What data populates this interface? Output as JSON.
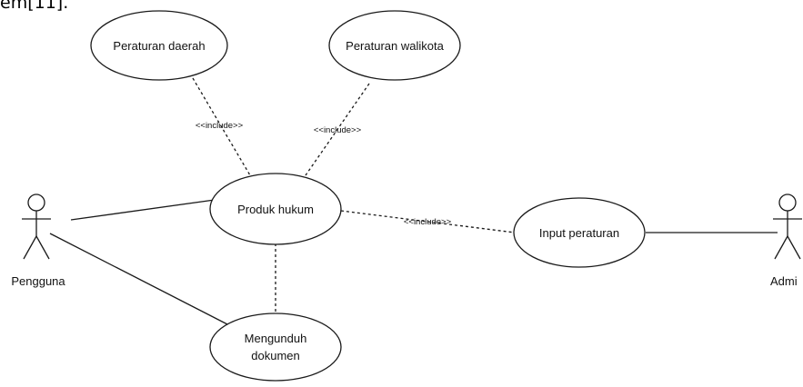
{
  "caption": "em[11].",
  "actors": {
    "user": "Pengguna",
    "admin": "Admi"
  },
  "use_cases": {
    "perda": "Peraturan daerah",
    "perwal": "Peraturan walikota",
    "produk_hukum": "Produk hukum",
    "input_peraturan": "Input peraturan",
    "mengunduh": {
      "line1": "Mengunduh",
      "line2": "dokumen"
    }
  },
  "relations": {
    "include_perda": "<<include>>",
    "include_perwal": "<<include>>",
    "include_input": "<<include>>"
  },
  "colors": {
    "stroke": "#1a1a1a",
    "background": "#ffffff"
  }
}
